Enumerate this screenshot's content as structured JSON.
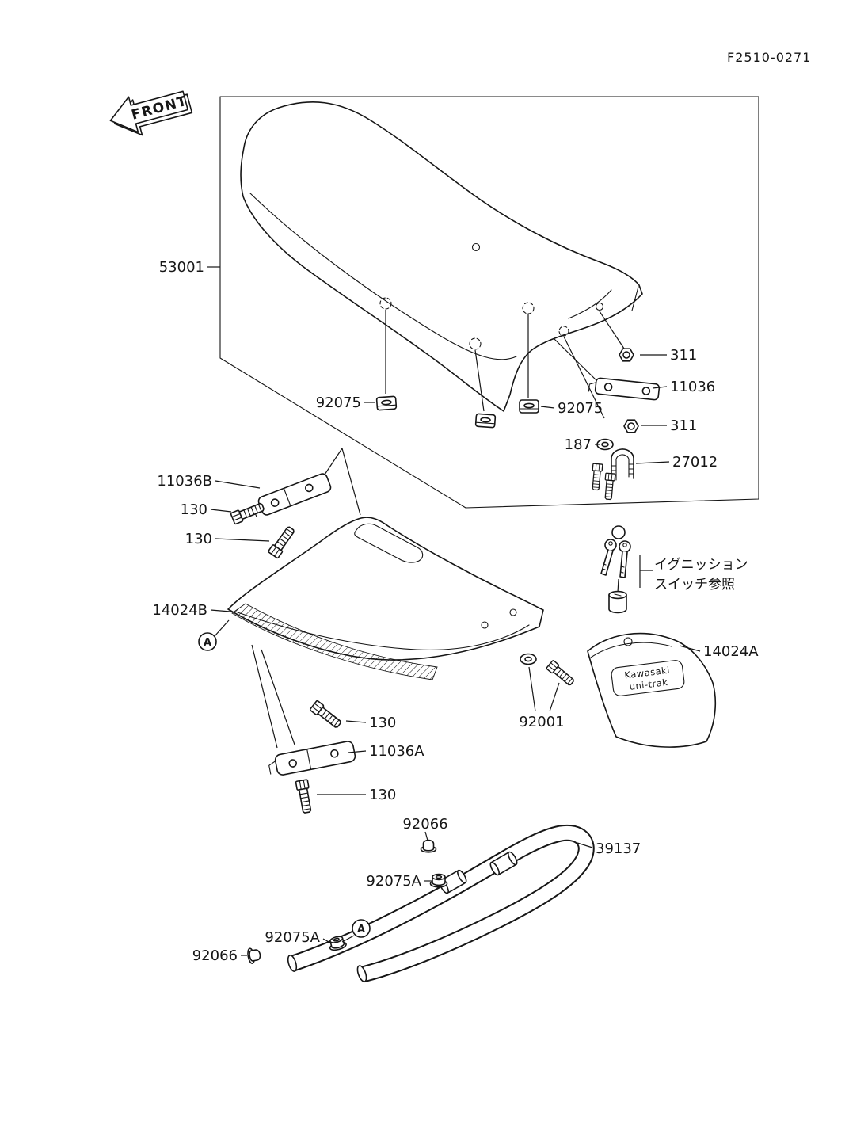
{
  "doc": {
    "figure_number": "F2510-0271",
    "front_label": "FRONT"
  },
  "markers": {
    "a": "A"
  },
  "note": {
    "line1": "イグニッション",
    "line2": "スイッチ参照"
  },
  "badge": {
    "line1": "Kawasaki",
    "line2": "uni-trak"
  },
  "callouts": {
    "seat": "53001",
    "nut_upper": "311",
    "seat_bracket": "11036",
    "damper_front": "92075",
    "damper_rear": "92075",
    "nut_lower": "311",
    "washer": "187",
    "hook": "27012",
    "bracket_upper": "11036B",
    "bolt_upper_a": "130",
    "bolt_upper_b": "130",
    "side_cover": "14024B",
    "center_cover": "14024A",
    "cover_bolt": "92001",
    "bolt_lower_a": "130",
    "bracket_lower": "11036A",
    "bolt_lower_b": "130",
    "cap_upper": "92066",
    "grab_rail": "39137",
    "locknut_upper": "92075A",
    "locknut_lower": "92075A",
    "cap_lower": "92066"
  }
}
